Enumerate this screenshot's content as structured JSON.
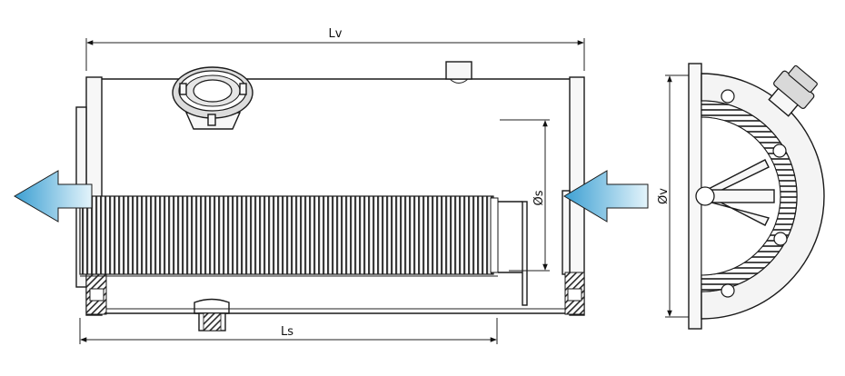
{
  "labels": {
    "vessel_length": "Lv",
    "screen_length": "Ls",
    "screen_diameter": "Øs",
    "vessel_diameter": "Øv"
  },
  "colors": {
    "arrow_light": "#e4f4fb",
    "arrow_dark": "#3c9fd2",
    "line": "#1a1a1a",
    "hatch_dark": "#3a3a3a",
    "hatch_light": "#f0f0f0"
  }
}
